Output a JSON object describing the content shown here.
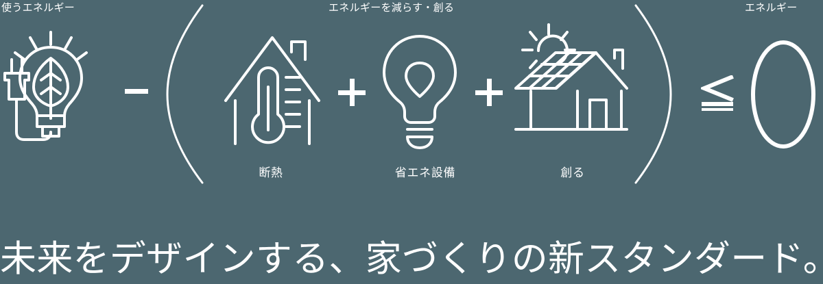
{
  "theme": {
    "background_color": "#4c6770",
    "foreground_color": "#ffffff"
  },
  "captions_top": {
    "use_energy": "使うエネルギー",
    "reduce_create": "エネルギーを減らす・創る",
    "energy": "エネルギー"
  },
  "captions_bottom": {
    "insulation": "断熱",
    "equipment": "省エネ設備",
    "generate": "創る"
  },
  "operators": {
    "minus": "−",
    "plus_1": "+",
    "plus_2": "+",
    "less_equal": "≦"
  },
  "icons": {
    "use_energy": "plug-leaf-bulb-icon",
    "insulation": "house-thermometer-icon",
    "equipment": "led-bulb-icon",
    "generate": "solar-panel-house-icon",
    "result": "zero-icon"
  },
  "result": {
    "value": "0"
  },
  "headline": {
    "text": "未来をデザインする、家づくりの新スタンダード。"
  }
}
